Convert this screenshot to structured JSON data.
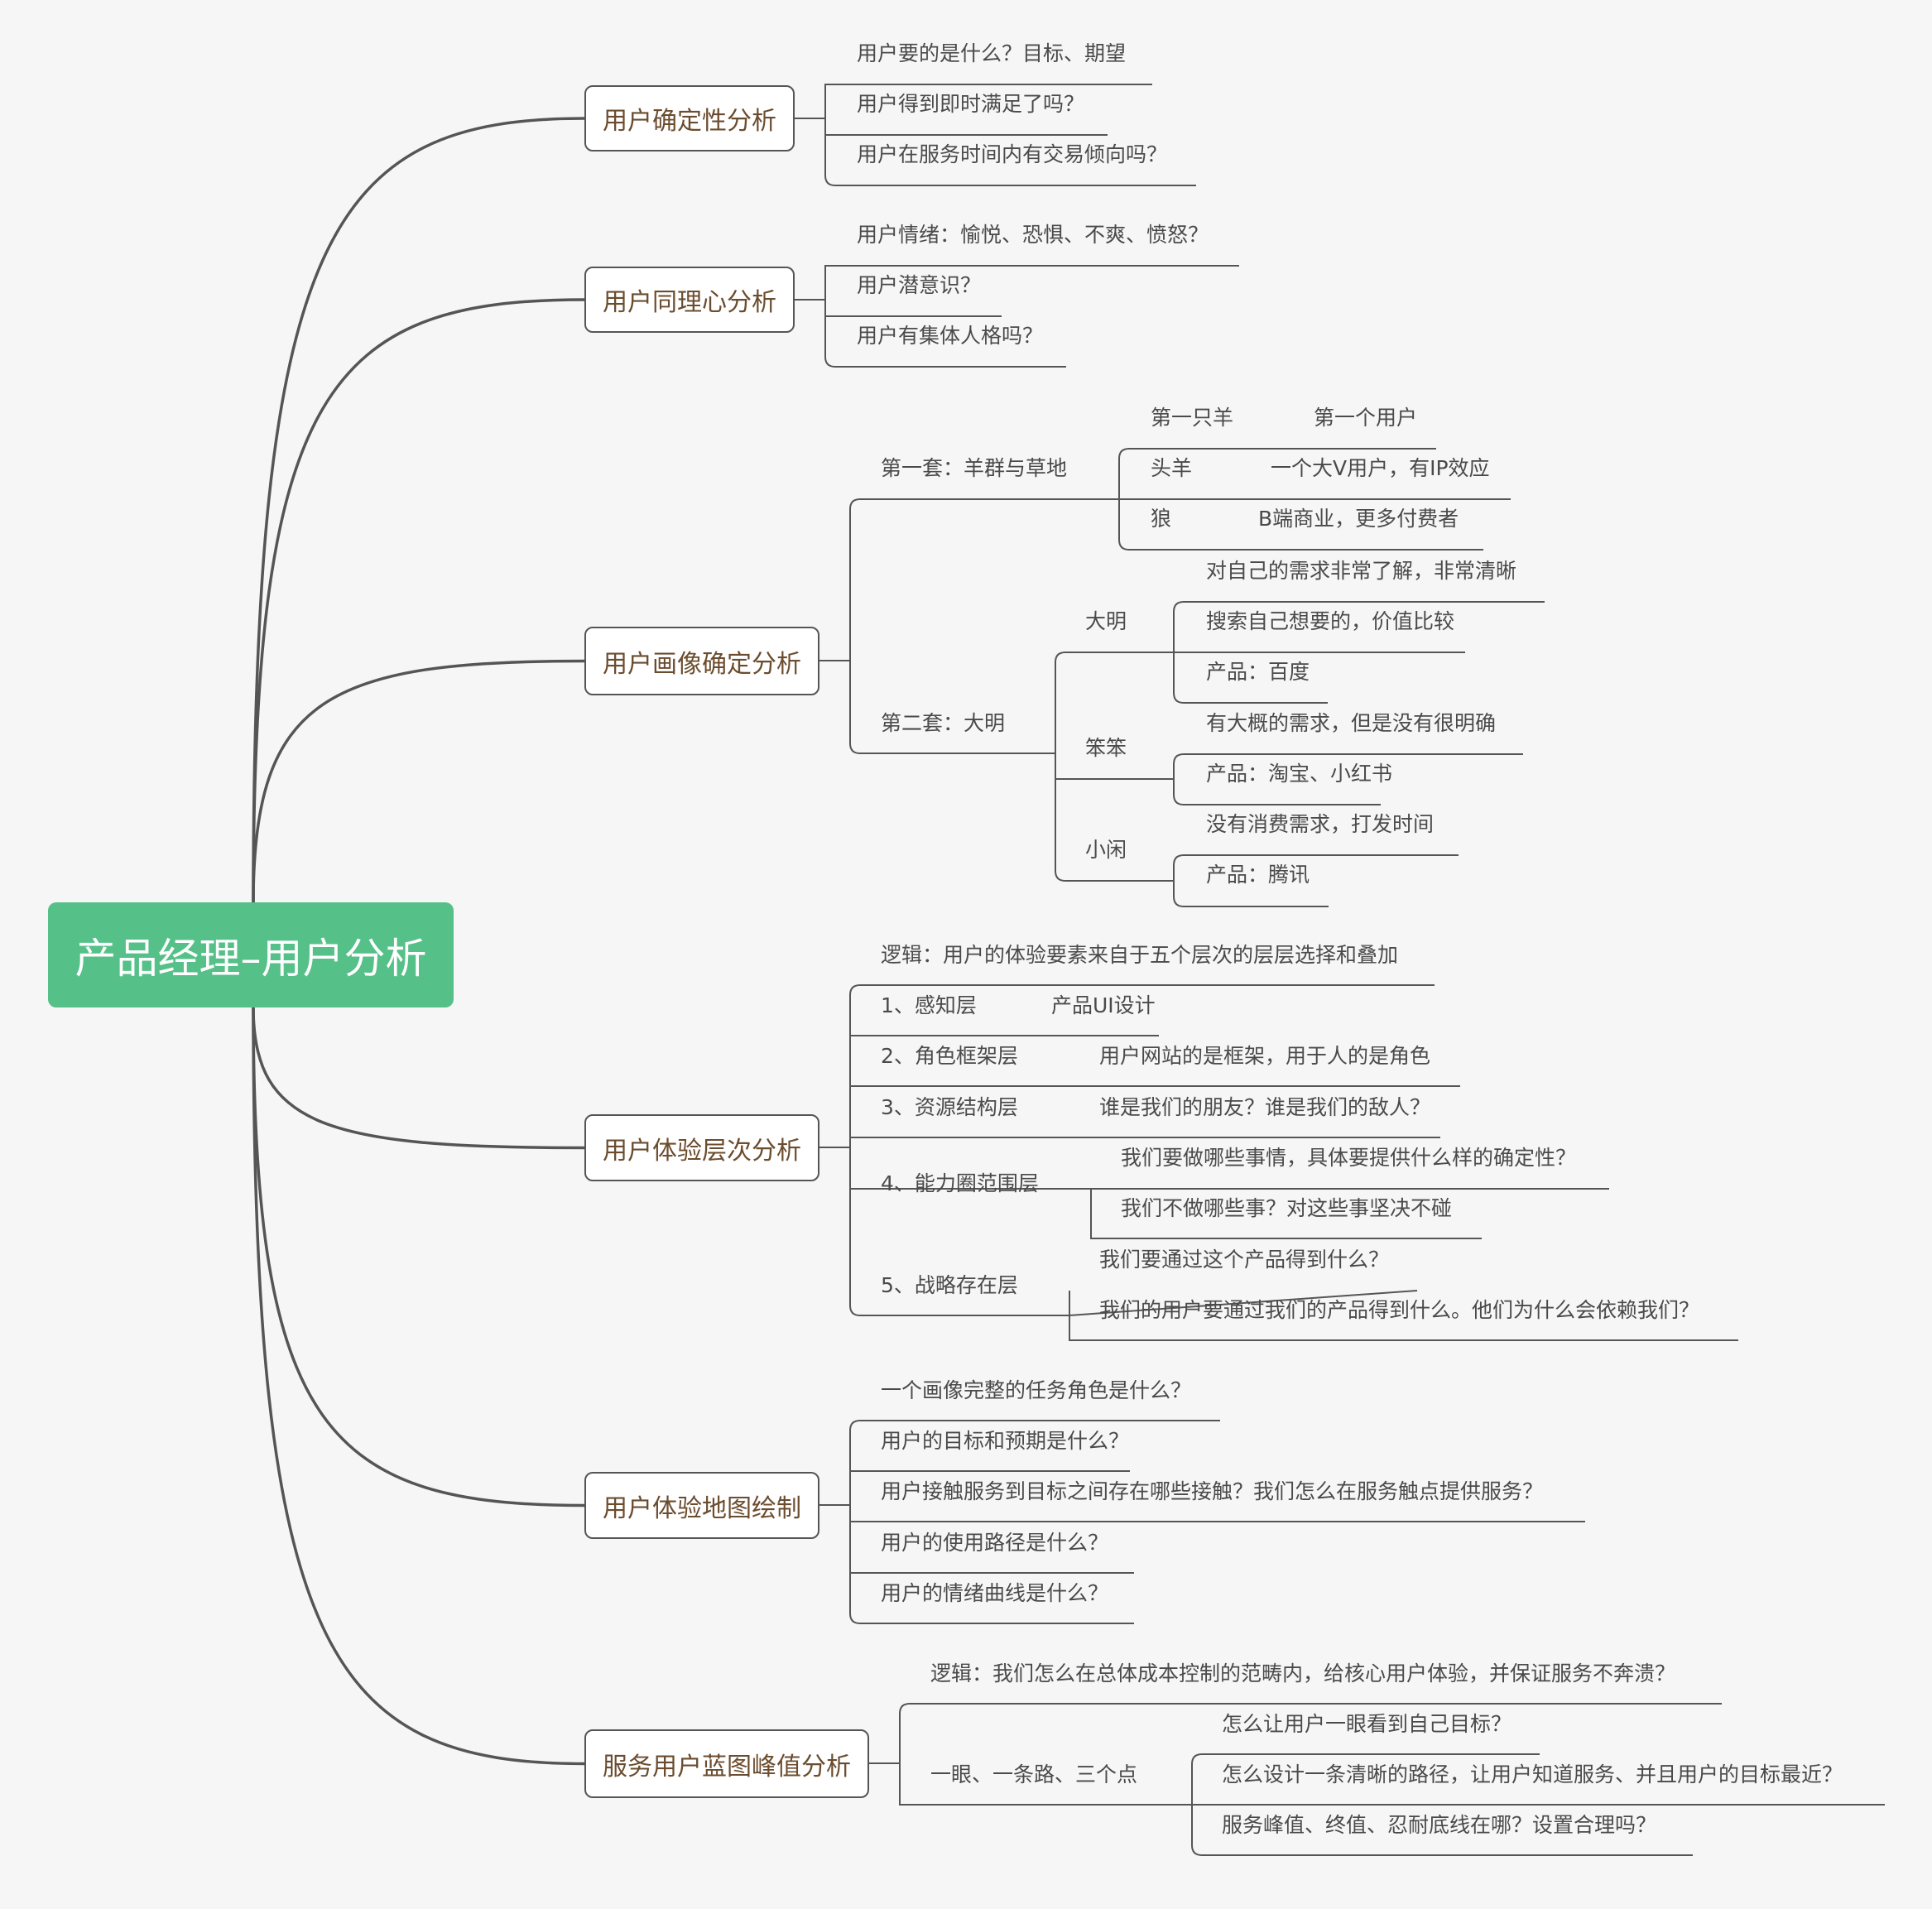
{
  "root": {
    "label": "产品经理–用户分析"
  },
  "branches": [
    {
      "label": "用户确定性分析",
      "items": [
        "用户要的是什么？目标、期望",
        "用户得到即时满足了吗？",
        "用户在服务时间内有交易倾向吗？"
      ]
    },
    {
      "label": "用户同理心分析",
      "items": [
        "用户情绪：愉悦、恐惧、不爽、愤怒？",
        "用户潜意识？",
        "用户有集体人格吗？"
      ]
    },
    {
      "label": "用户画像确定分析",
      "set1": {
        "label": "第一套：羊群与草地",
        "rows": [
          {
            "key": "第一只羊",
            "val": "第一个用户"
          },
          {
            "key": "头羊",
            "val": "一个大V用户，有IP效应"
          },
          {
            "key": "狼",
            "val": "B端商业，更多付费者"
          }
        ]
      },
      "set2": {
        "label": "第二套：大明",
        "groups": [
          {
            "label": "大明",
            "items": [
              "对自己的需求非常了解，非常清晰",
              "搜索自己想要的，价值比较",
              "产品：百度"
            ]
          },
          {
            "label": "笨笨",
            "items": [
              "有大概的需求，但是没有很明确",
              "产品：淘宝、小红书"
            ]
          },
          {
            "label": "小闲",
            "items": [
              "没有消费需求，打发时间",
              "产品：腾讯"
            ]
          }
        ]
      }
    },
    {
      "label": "用户体验层次分析",
      "logic": "逻辑：用户的体验要素来自于五个层次的层层选择和叠加",
      "layers": [
        {
          "label": "1、感知层",
          "items": [
            "产品UI设计"
          ]
        },
        {
          "label": "2、角色框架层",
          "items": [
            "用户网站的是框架，用于人的是角色"
          ]
        },
        {
          "label": "3、资源结构层",
          "items": [
            "谁是我们的朋友？谁是我们的敌人？"
          ]
        },
        {
          "label": "4、能力圈范围层",
          "items": [
            "我们要做哪些事情，具体要提供什么样的确定性？",
            "我们不做哪些事？对这些事坚决不碰"
          ]
        },
        {
          "label": "5、战略存在层",
          "items": [
            "我们要通过这个产品得到什么？",
            "我们的用户要通过我们的产品得到什么。他们为什么会依赖我们？"
          ]
        }
      ]
    },
    {
      "label": "用户体验地图绘制",
      "items": [
        "一个画像完整的任务角色是什么？",
        "用户的目标和预期是什么？",
        "用户接触服务到目标之间存在哪些接触？我们怎么在服务触点提供服务？",
        "用户的使用路径是什么？",
        "用户的情绪曲线是什么？"
      ]
    },
    {
      "label": "服务用户蓝图峰值分析",
      "logic": "逻辑：我们怎么在总体成本控制的范畴内，给核心用户体验，并保证服务不奔溃？",
      "sub": {
        "label": "一眼、一条路、三个点",
        "items": [
          "怎么让用户一眼看到自己目标？",
          "怎么设计一条清晰的路径，让用户知道服务、并且用户的目标最近？",
          "服务峰值、终值、忍耐底线在哪？设置合理吗？"
        ]
      }
    }
  ],
  "colors": {
    "root_fill": "#55c088",
    "line": "#555555",
    "branch_text": "#6b4c2e",
    "leaf_text": "#4a4a4a",
    "background": "#f6f6f6"
  }
}
